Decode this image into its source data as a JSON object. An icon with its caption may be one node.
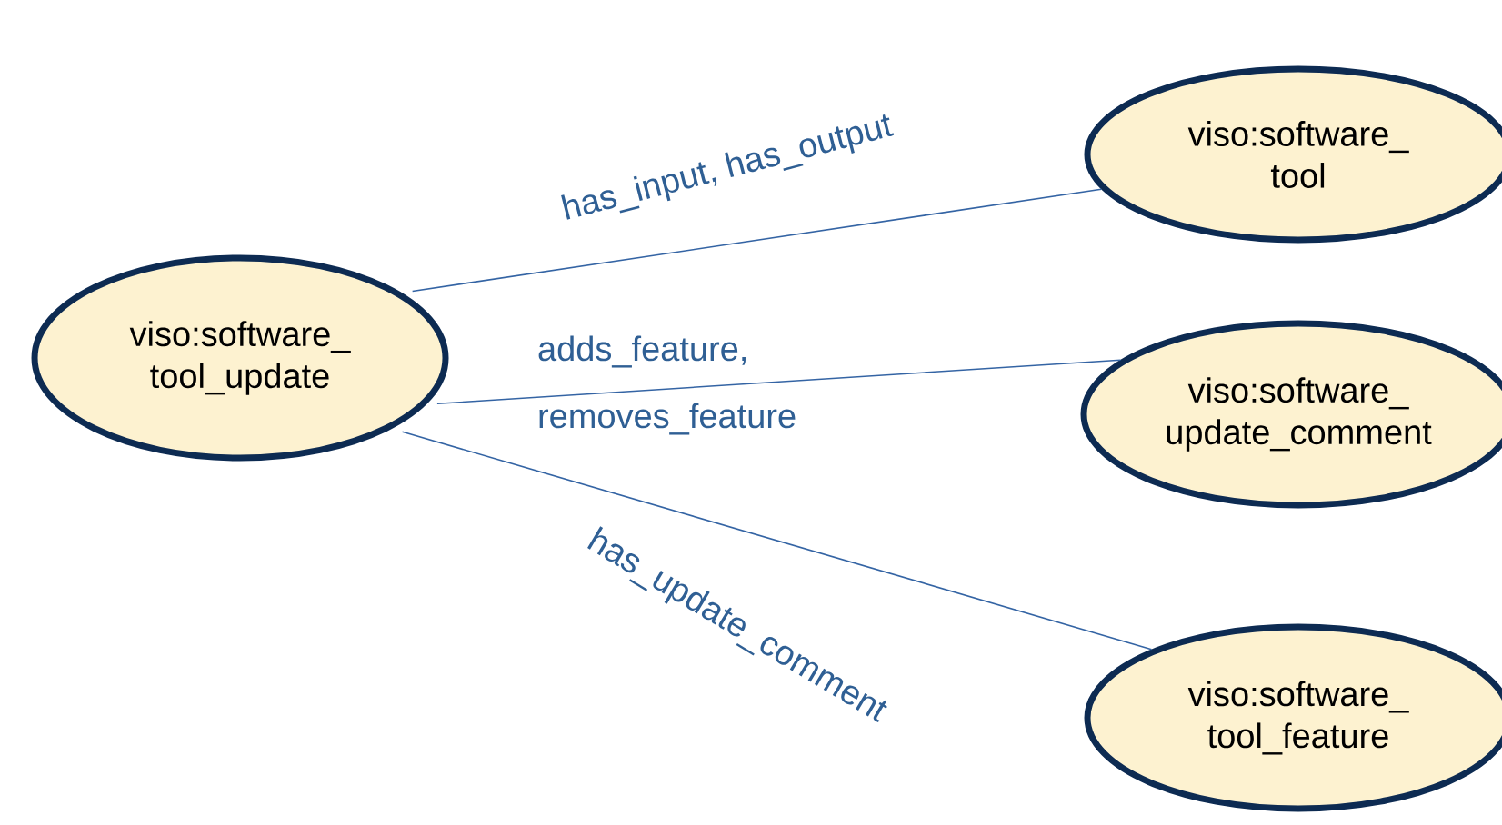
{
  "diagram": {
    "nodes": [
      {
        "text": [
          "viso:software_ tool_update"
        ]
      },
      {
        "text": [
          "viso:software_ tool"
        ]
      },
      {
        "text": [
          "viso:software_ update_comment"
        ]
      },
      {
        "text": [
          "viso:software_ tool_feature"
        ]
      }
    ],
    "edges": [
      {
        "from": 0,
        "to": 1,
        "arrow": "none",
        "label": "has_input, has_output"
      },
      {
        "from": 0,
        "to": 2,
        "arrow": "none",
        "label": "adds_feature, removes_feature"
      },
      {
        "from": 0,
        "to": 3,
        "arrow": "none",
        "label": "has_update_comment"
      }
    ]
  }
}
